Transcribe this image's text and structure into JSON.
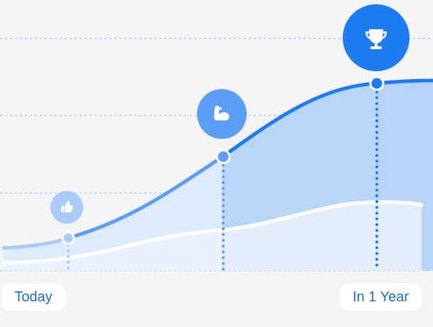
{
  "timeline": {
    "start_label": "Today",
    "end_label": "In 1 Year"
  },
  "milestones": [
    {
      "icon": "thumbs-up-icon",
      "stage": "start",
      "value": 0.12
    },
    {
      "icon": "flexed-bicep-icon",
      "stage": "middle",
      "value": 0.49
    },
    {
      "icon": "trophy-icon",
      "stage": "goal",
      "value": 0.83
    }
  ],
  "colors": {
    "accent": "#1e7cf2",
    "accent_mid": "#5c9ef7",
    "accent_light": "#a9cbf7",
    "area_fill": "#b8d5f8",
    "area_light": "#dde9fb",
    "background": "#f4f4f4",
    "label_text": "#1a6fd6"
  }
}
